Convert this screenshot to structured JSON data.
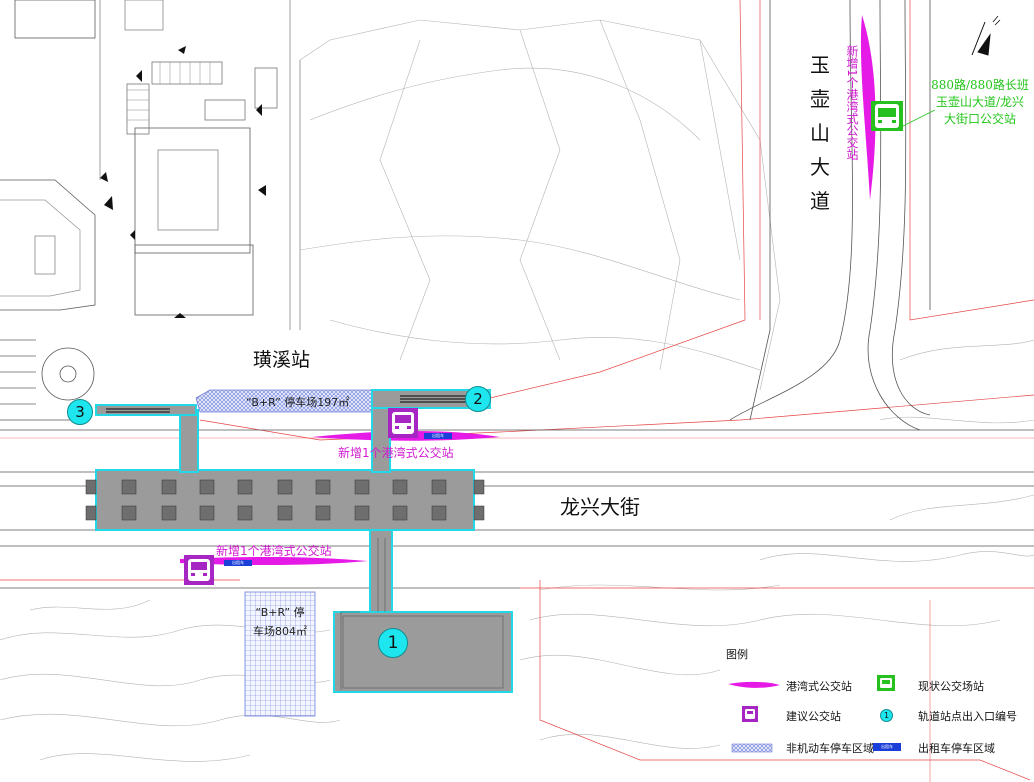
{
  "station_name": "璜溪站",
  "roads": {
    "longxing": "龙兴大街",
    "yuhu": "玉壶山大道"
  },
  "bus_stops": {
    "new_north": "新增1个港湾式公交站",
    "new_south": "新增1个港湾式公交站",
    "new_east_vertical": "新增1个港湾式公交站",
    "existing_line1": "880路/880路长班",
    "existing_line2": "玉壶山大道/龙兴",
    "existing_line3": "大街口公交站"
  },
  "parking": {
    "north_br": "“B+R” 停车场197㎡",
    "south_br_line1": "“B+R” 停",
    "south_br_line2": "车场804㎡"
  },
  "entrances": [
    "1",
    "2",
    "3"
  ],
  "legend": {
    "title": "图例",
    "items": [
      "港湾式公交站",
      "现状公交场站",
      "建议公交站",
      "轨道站点出入口编号",
      "非机动车停车区域",
      "出租车停车区域"
    ],
    "taxi_tag": "出租车",
    "entrance_sample": "1"
  },
  "colors": {
    "station_fill": "#9b9b9b",
    "station_outline": "#22d8e6",
    "bay_bus_stop": "#e61ae6",
    "proposed_bus_stop": "#a626c4",
    "existing_bus_stop": "#27c11f",
    "entrance_marker": "#1ee6ee",
    "bike_parking": "#6f7fd8",
    "taxi_parking": "#1a3fd9",
    "road_edge": "#e64545",
    "terrain": "#9a9a9a"
  }
}
